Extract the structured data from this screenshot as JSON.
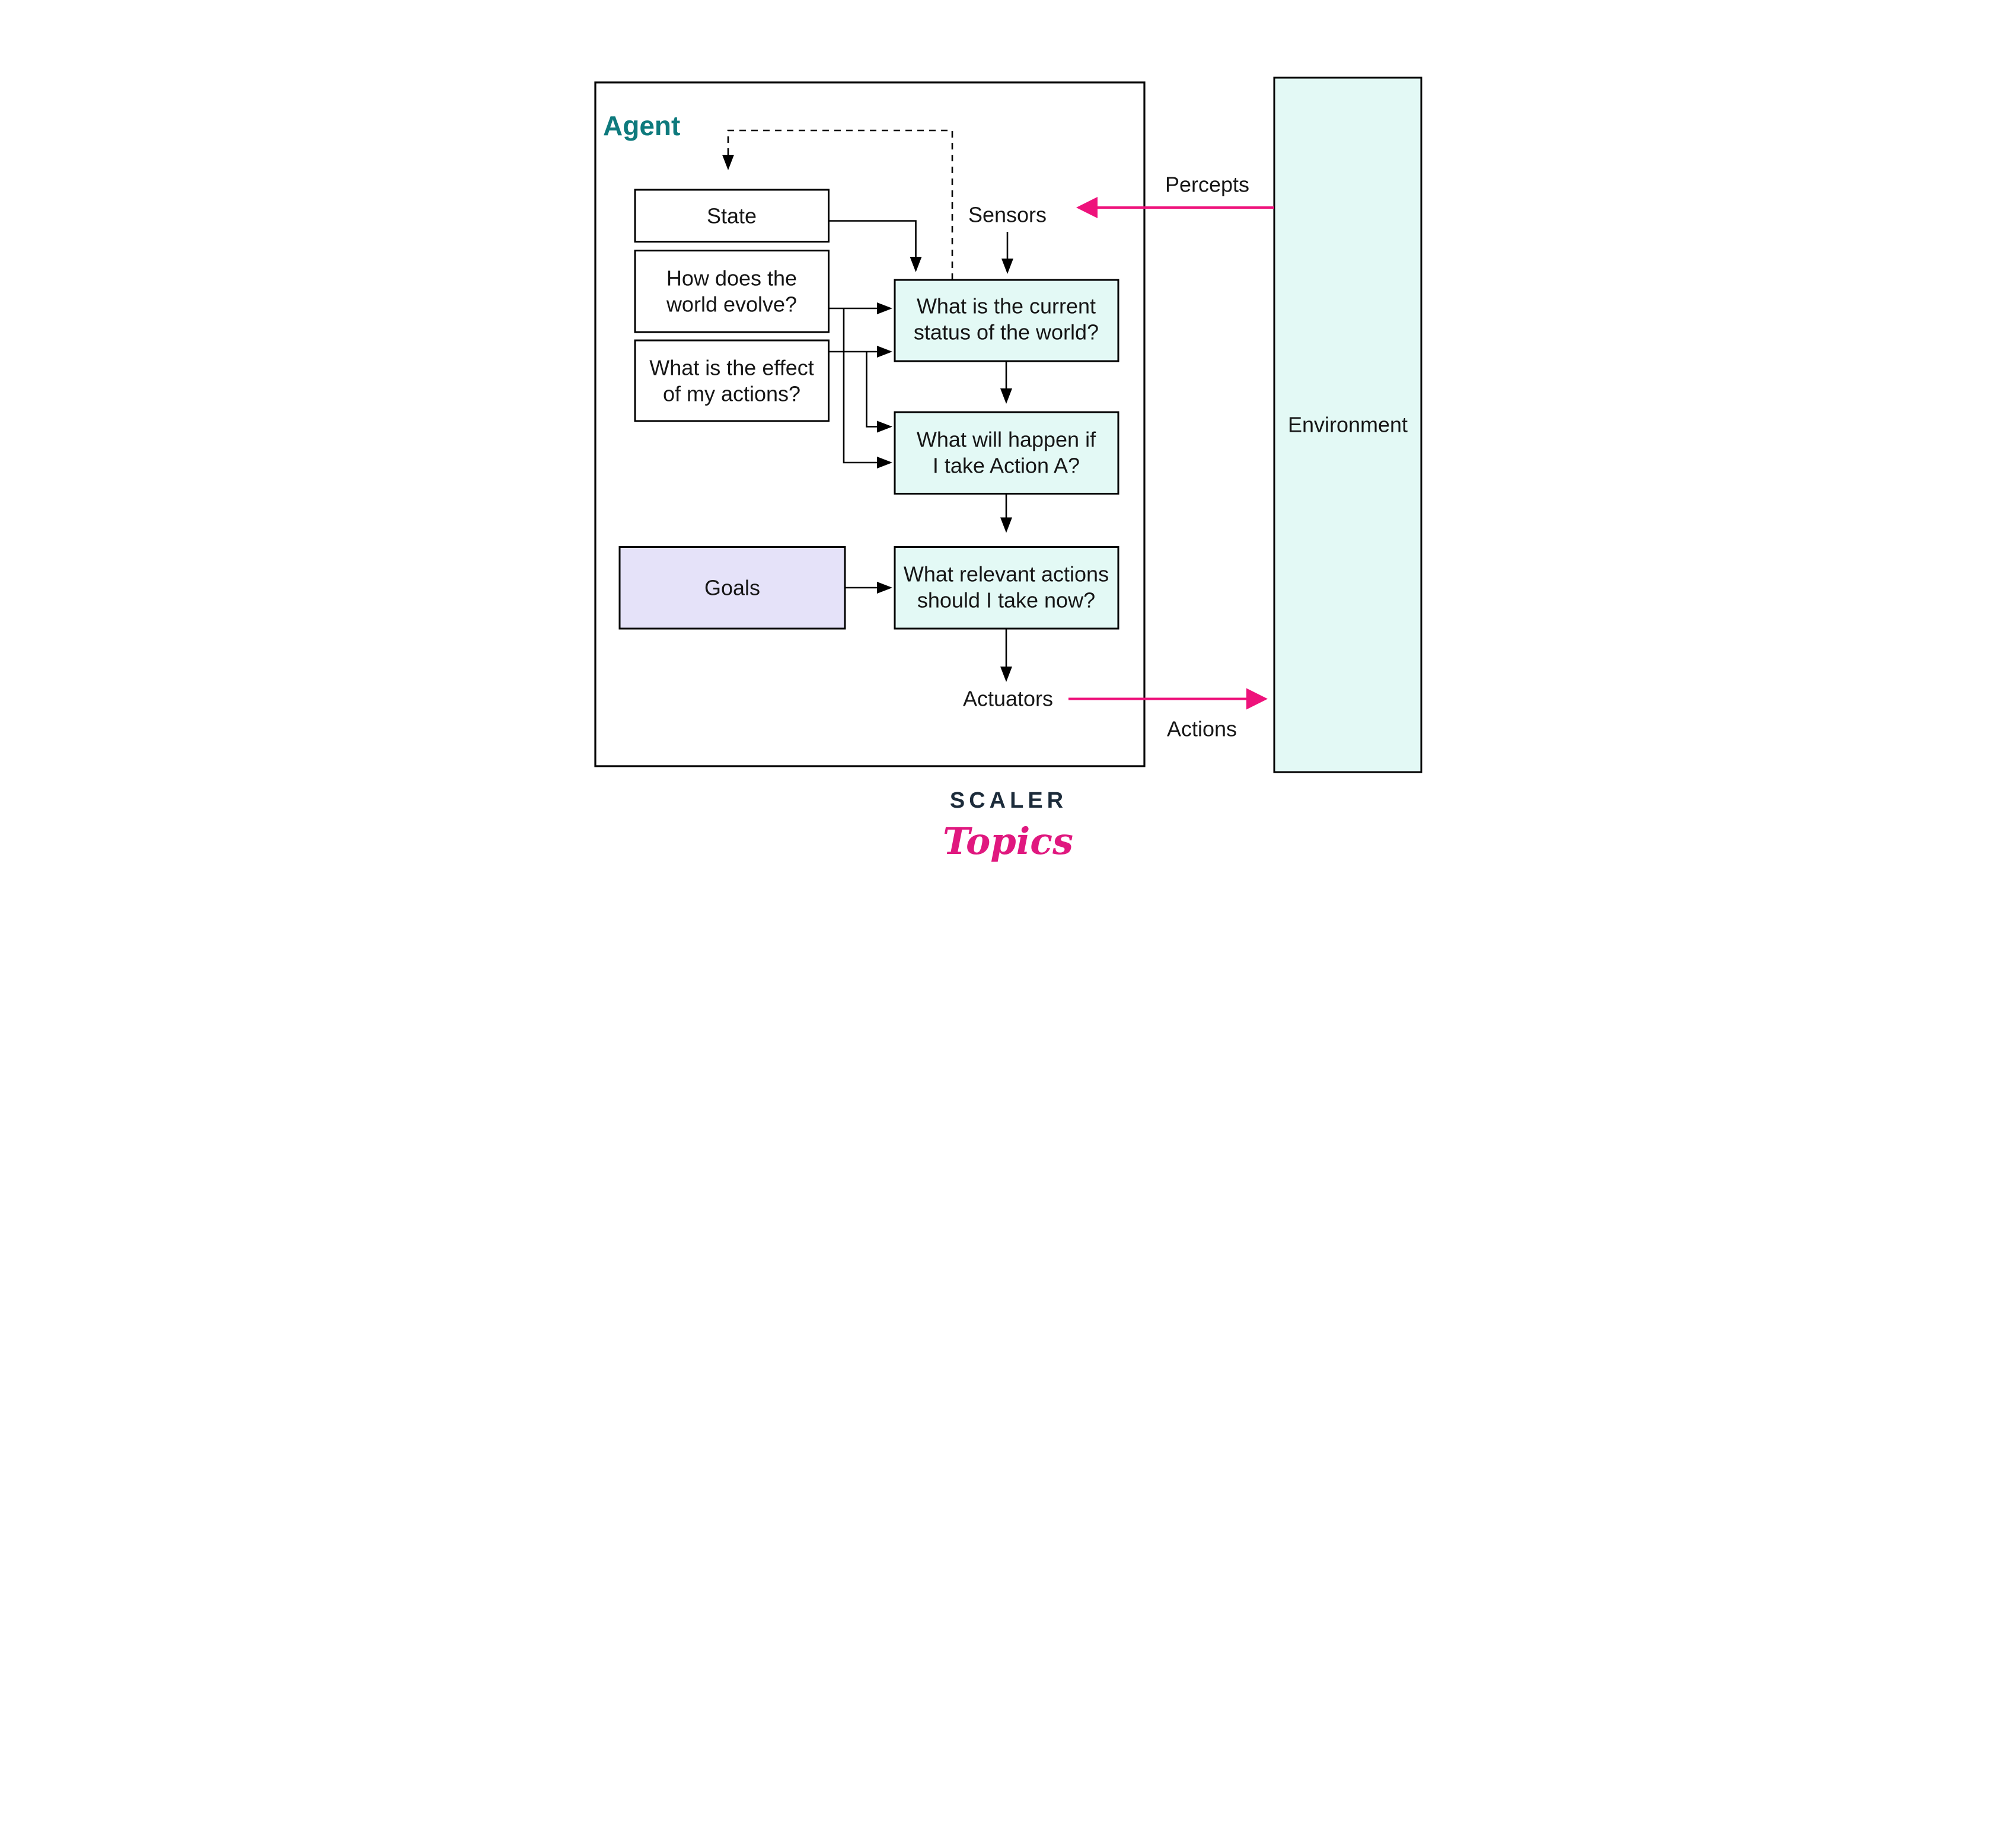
{
  "diagram": {
    "agent_label": "Agent",
    "environment_label": "Environment",
    "boxes": {
      "state": {
        "label": "State"
      },
      "how_evolve": {
        "line1": "How does the",
        "line2": "world evolve?"
      },
      "effect": {
        "line1": "What is the effect",
        "line2": "of my actions?"
      },
      "current_status": {
        "line1": "What is the current",
        "line2": "status of the world?"
      },
      "will_happen": {
        "line1": "What will happen if",
        "line2": "I take Action A?"
      },
      "goals": {
        "label": "Goals"
      },
      "relevant_actions": {
        "line1": "What relevant actions",
        "line2": "should I take now?"
      }
    },
    "io_labels": {
      "sensors": "Sensors",
      "actuators": "Actuators",
      "percepts": "Percepts",
      "actions": "Actions"
    },
    "colors": {
      "agent_label_teal": "#0e7a7d",
      "arrow_pink": "#ee127b",
      "box_cyan_fill": "#e3f9f5",
      "box_lavender_fill": "#e5e2f9",
      "line_black": "#000000",
      "logo_navy": "#1c2b3a",
      "logo_pink": "#e0187f"
    }
  },
  "logo": {
    "brand": "SCALER",
    "product": "Topics"
  }
}
